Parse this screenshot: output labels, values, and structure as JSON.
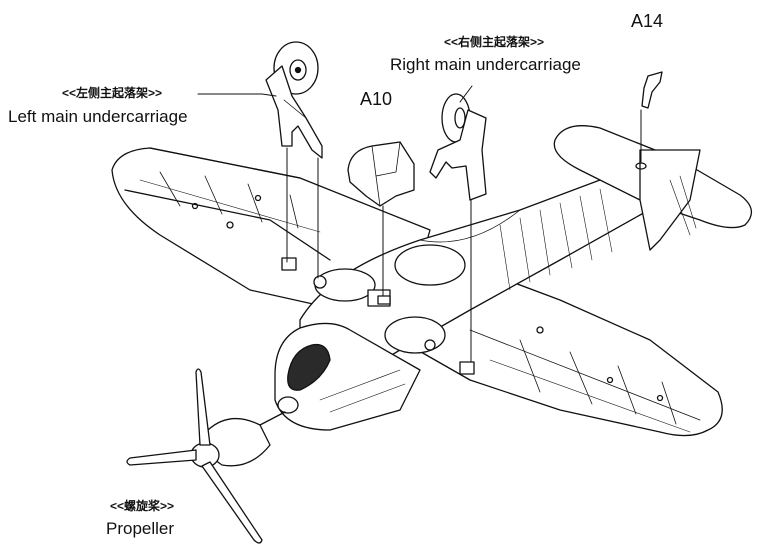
{
  "colors": {
    "ink": "#111111",
    "paper": "#ffffff",
    "shade": "#2a2a2a"
  },
  "labels": {
    "left_gear_cn": "<<左侧主起落架>>",
    "left_gear_en": "Left main undercarriage",
    "right_gear_cn": "<<右侧主起落架>>",
    "right_gear_en": "Right main undercarriage",
    "part_a10": "A10",
    "part_a14": "A14",
    "propeller_cn": "<<螺旋桨>>",
    "propeller_en": "Propeller"
  }
}
